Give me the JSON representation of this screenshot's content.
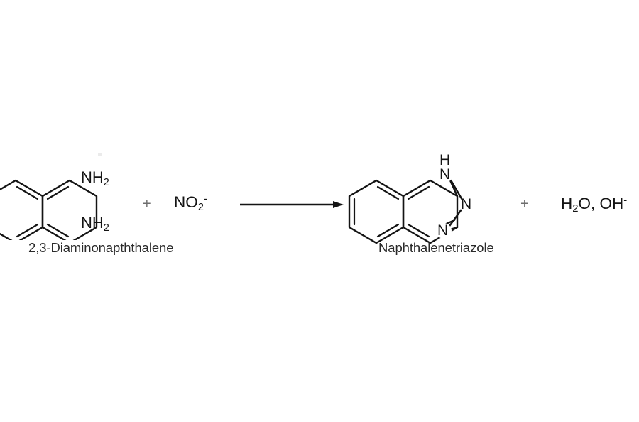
{
  "figure": {
    "type": "chemical-reaction-scheme",
    "background_color": "#ffffff",
    "line_color": "#141414",
    "text_color": "#2a2a2a",
    "plus_color": "#6e6e6e"
  },
  "reactants": {
    "structure_label": "2,3-Diaminonapththalene",
    "structure_name": "2,3-diaminonaphthalene-skeletal-structure",
    "substituent_top": "NH",
    "substituent_top_sub": "2",
    "substituent_bottom": "NH",
    "substituent_bottom_sub": "2",
    "plus_sign": "+",
    "coreactant": "NO",
    "coreactant_sub": "2",
    "coreactant_charge": "-"
  },
  "arrow": {
    "name": "reaction-arrow",
    "direction": "right",
    "label": ""
  },
  "products": {
    "structure_label": "Naphthalenetriazole",
    "structure_name": "naphthalenetriazole-skeletal-structure",
    "ring_h_label": "H",
    "ring_n_top_label": "N",
    "ring_n_right_label": "N",
    "ring_n_bottom_label": "N",
    "plus_sign": "+",
    "byproduct_water": "H",
    "byproduct_water_sub": "2",
    "byproduct_water_o": "O",
    "byproduct_separator": ", ",
    "byproduct_hydroxide": "OH",
    "byproduct_hydroxide_charge": "-"
  }
}
